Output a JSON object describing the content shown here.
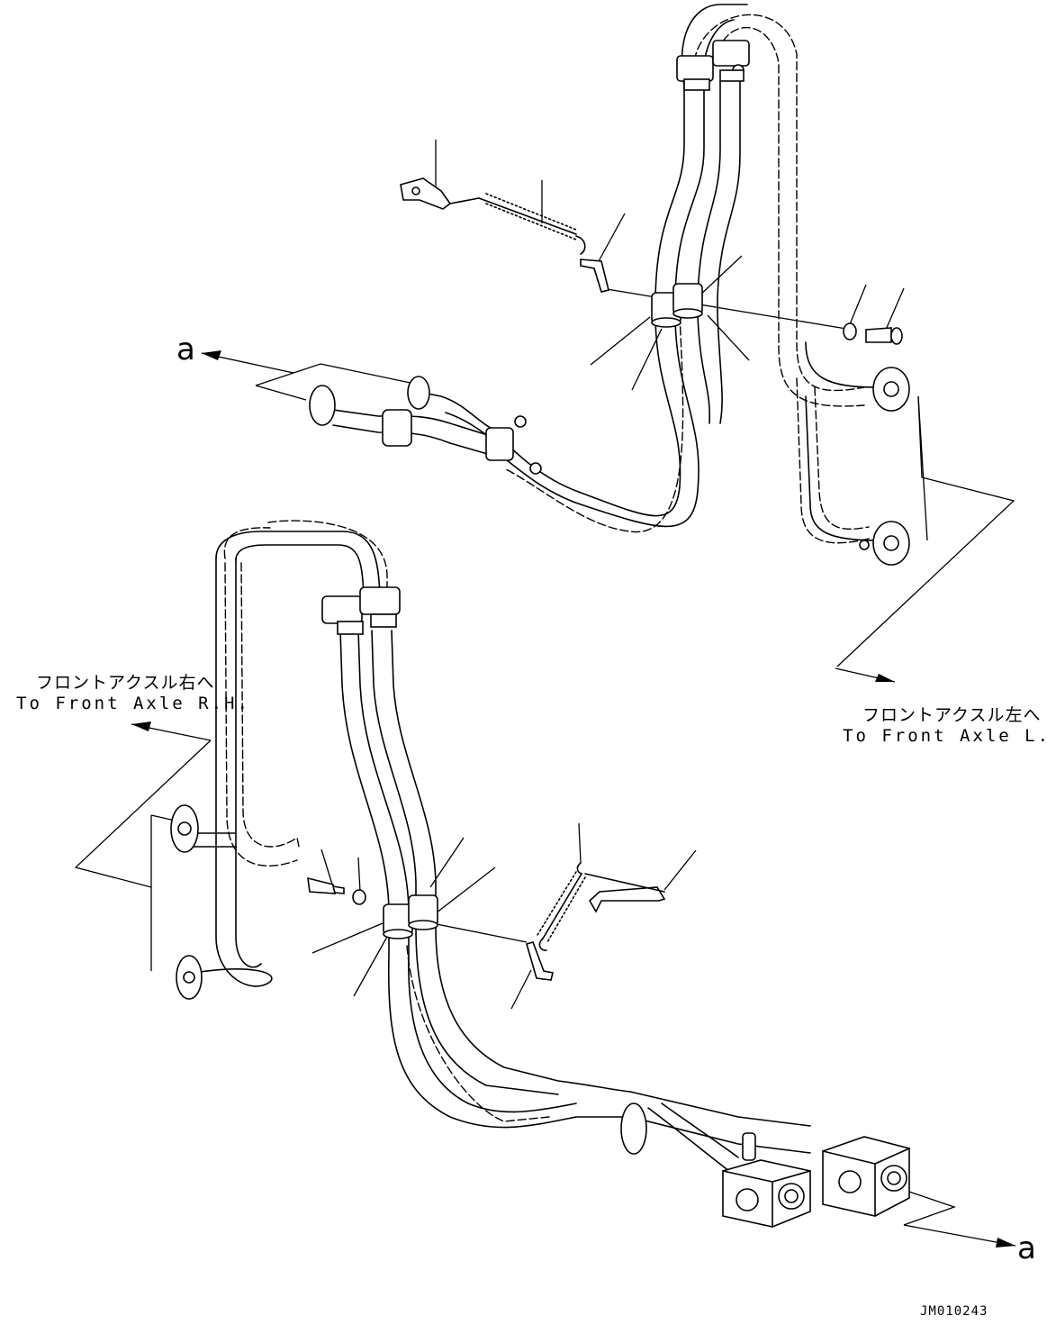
{
  "drawing": {
    "ref_top": "a",
    "ref_bottom": "a",
    "label_rh_ja": "フロントアクスル右へ",
    "label_rh_en": "To Front Axle R.H.",
    "label_lh_ja": "フロントアクスル左へ",
    "label_lh_en": "To Front Axle L.H.",
    "drawing_code": "JM010243"
  }
}
